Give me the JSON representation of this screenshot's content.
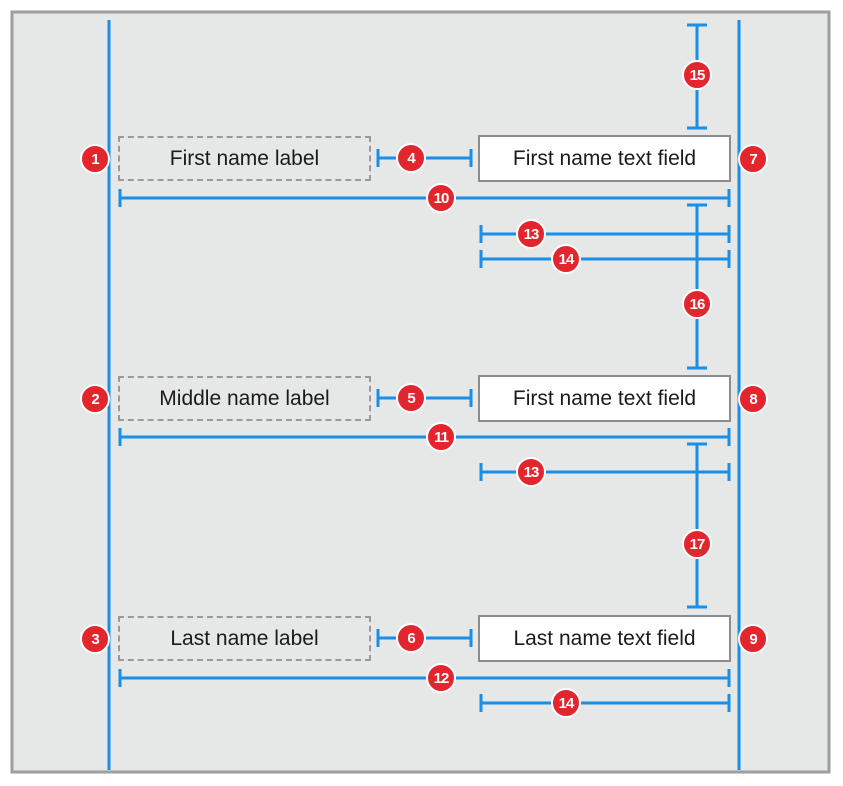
{
  "colors": {
    "background": "#e6e7e7",
    "frame": "#9e9e9e",
    "guide": "#1a8fe8",
    "badge": "#e3262e",
    "dashed_border": "#9a9a9a",
    "field_border": "#8c8c8c"
  },
  "labels": {
    "first_name_label": "First name label",
    "middle_name_label": "Middle name label",
    "last_name_label": "Last name label"
  },
  "fields": {
    "first_name_field": "First name text field",
    "middle_name_field": "First name text field",
    "last_name_field": "Last name text field"
  },
  "badges": {
    "b1": "1",
    "b2": "2",
    "b3": "3",
    "b4": "4",
    "b5": "5",
    "b6": "6",
    "b7": "7",
    "b8": "8",
    "b9": "9",
    "b10": "10",
    "b11": "11",
    "b12": "12",
    "b13a": "13",
    "b13b": "13",
    "b14a": "14",
    "b14b": "14",
    "b15": "15",
    "b16": "16",
    "b17": "17"
  }
}
